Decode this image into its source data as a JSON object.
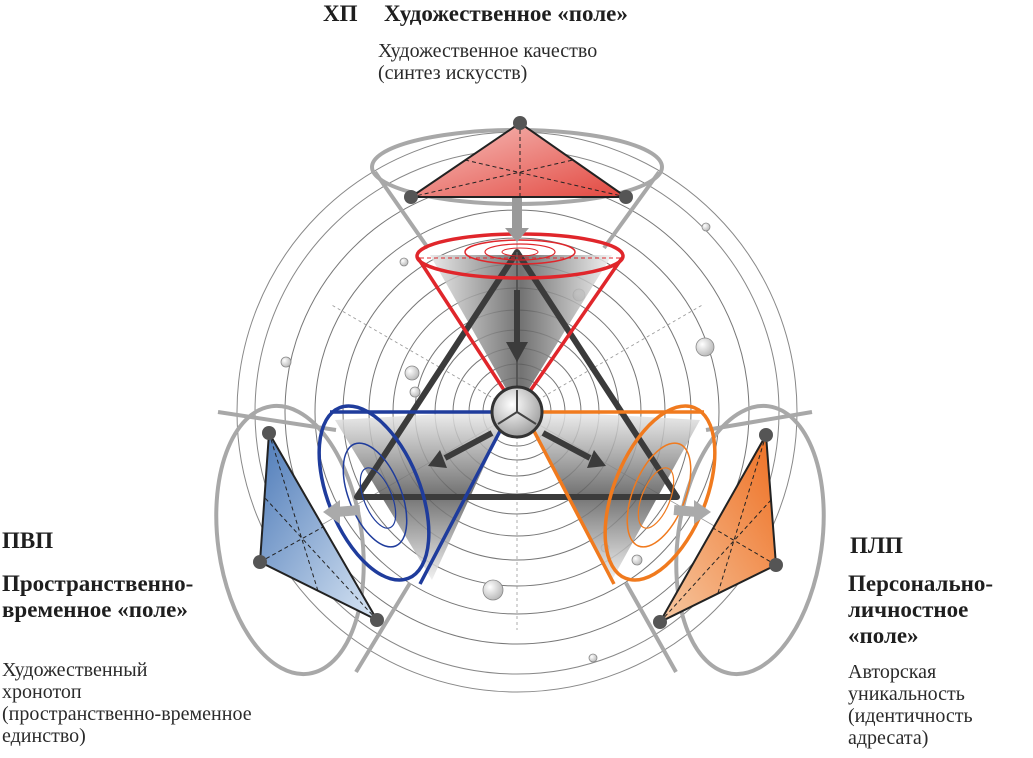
{
  "top_field": {
    "abbr": "ХП",
    "title": "Художественное «поле»",
    "description": "Художественное качество\n(синтез искусств)",
    "color": "#e0262b"
  },
  "left_field": {
    "abbr": "ПВП",
    "title": "Пространственно-\nвременное «поле»",
    "description": "Художественный\nхронотоп\n(пространственно-временное\nединство)",
    "color": "#1f3c9c"
  },
  "right_field": {
    "abbr": "ПЛП",
    "title": "Персонально-\nличностное\n«поле»",
    "description": "Авторская\nуникальность\n(идентичность\nадресата)",
    "color": "#f07a1e"
  }
}
